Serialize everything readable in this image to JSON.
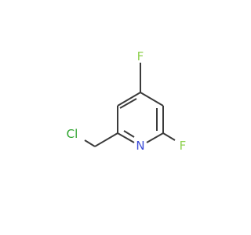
{
  "molecule": {
    "atoms": [
      {
        "id": "fluorine-top",
        "symbol": "F",
        "color": "#8fd14f"
      },
      {
        "id": "fluorine-right",
        "symbol": "F",
        "color": "#8fd14f"
      },
      {
        "id": "nitrogen",
        "symbol": "N",
        "color": "#3b4bd8"
      },
      {
        "id": "chlorine",
        "symbol": "Cl",
        "color": "#2fa52f"
      }
    ],
    "bond_color": "#3a3a3a"
  }
}
